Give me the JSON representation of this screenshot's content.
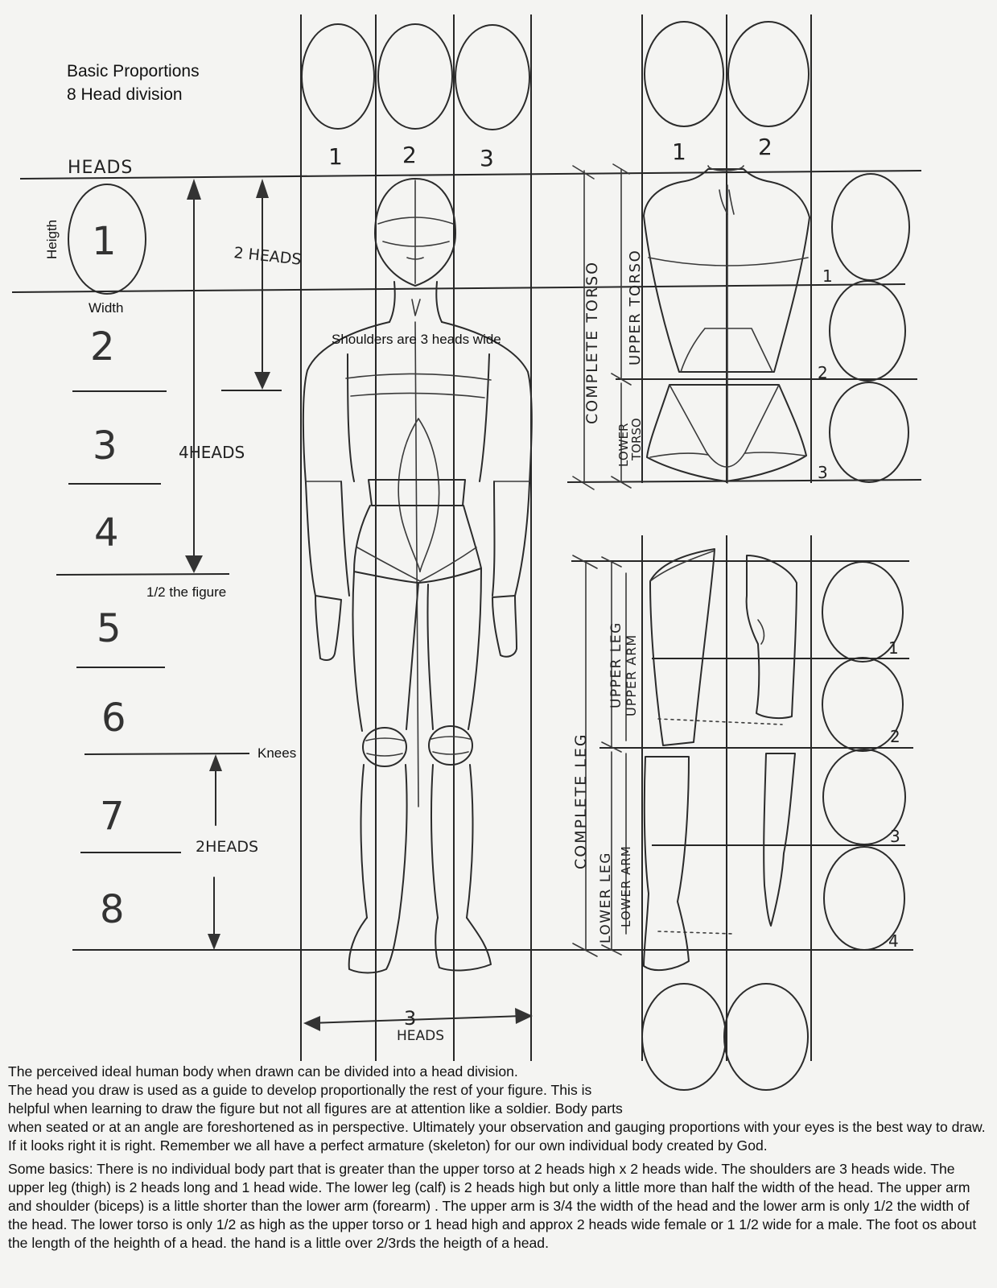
{
  "title": {
    "line1": "Basic Proportions",
    "line2": "8 Head division"
  },
  "scale": {
    "header": "HEADS",
    "numbers": [
      "1",
      "2",
      "3",
      "4",
      "5",
      "6",
      "7",
      "8"
    ],
    "height_label": "Heigth",
    "width_label": "Width"
  },
  "figure_labels": {
    "two_heads_top": "2 HEADS",
    "four_heads": "4HEADS",
    "half_figure": "1/2 the figure",
    "shoulders": "Shoulders are 3 heads wide",
    "knees": "Knees",
    "two_heads_bottom": "2HEADS",
    "three": "3",
    "three_heads": "HEADS"
  },
  "top_head_numbers_left": [
    "1",
    "2",
    "3"
  ],
  "top_head_numbers_right": [
    "1",
    "2"
  ],
  "torso_labels": {
    "complete_torso": "COMPLETE TORSO",
    "upper_torso": "UPPER TORSO",
    "lower_torso_1": "LOWER",
    "lower_torso_2": "TORSO",
    "counts": [
      "1",
      "2",
      "3"
    ]
  },
  "limb_labels": {
    "complete_leg": "COMPLETE LEG",
    "upper_leg": "UPPER LEG",
    "upper_arm": "UPPER ARM",
    "lower_leg": "LOWER LEG",
    "lower_arm": "LOWER ARM",
    "counts": [
      "1",
      "2",
      "3",
      "4"
    ]
  },
  "description": {
    "p1_lines": [
      "The perceived ideal human body when drawn can be divided into a head division.",
      "The head you draw is used as a guide to develop proportionally the rest of your figure. This is",
      "helpful when learning to draw the figure but not all figures are at attention like a soldier. Body parts"
    ],
    "p1_tail": "when seated or at an angle are foreshortened as in perspective. Ultimately your observation and gauging proportions with your eyes is the best way to draw. If it looks right it is right. Remember we all have a perfect armature (skeleton) for our own individual body created by God.",
    "p2": "Some basics: There is no individual body part that is greater than the upper torso at 2 heads high x 2 heads wide. The shoulders are 3 heads wide. The upper leg (thigh) is 2 heads long and 1 head wide. The lower leg (calf) is 2 heads high but only a little more than half the width of the head. The upper arm and shoulder (biceps) is a little shorter than the lower arm (forearm) . The upper arm is 3/4 the width of the head and the lower arm is only 1/2 the width of the head. The lower torso is only 1/2 as high as the upper torso or 1 head high and approx 2 heads wide female or 1 1/2 wide for a male. The foot os about the length of the heighth of a head. the hand is a little over 2/3rds the heigth of a head."
  }
}
